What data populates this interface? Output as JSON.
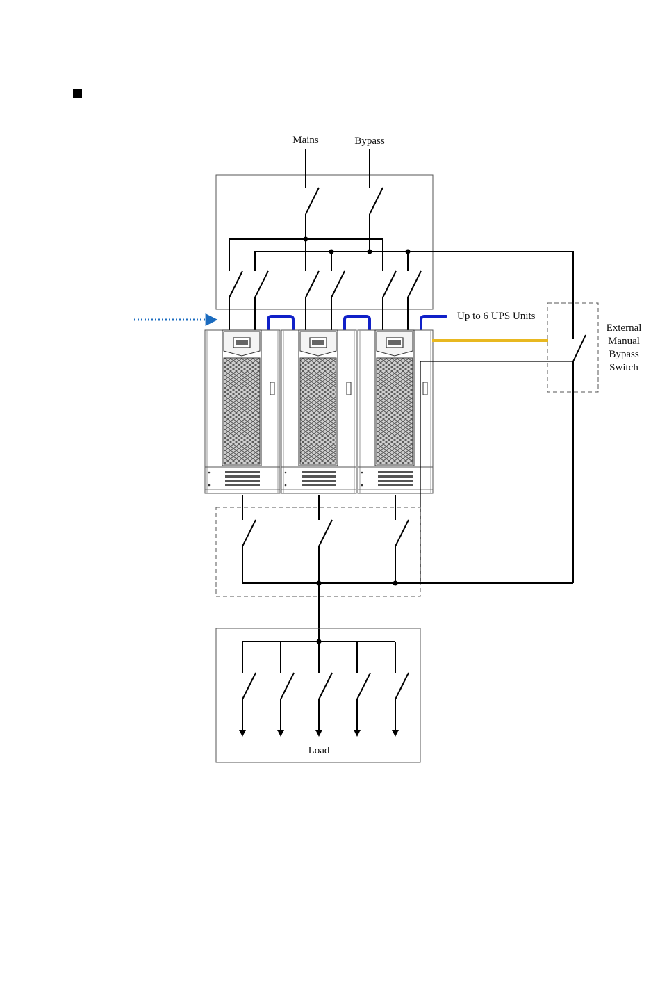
{
  "labels": {
    "mains": "Mains",
    "bypass": "Bypass",
    "parallel_note": "Up to 6 UPS Units",
    "ext_switch_line1": "External",
    "ext_switch_line2": "Manual",
    "ext_switch_line3": "Bypass",
    "ext_switch_line4": "Switch",
    "load": "Load"
  },
  "ups_count": 3,
  "load_branches": 5,
  "colors": {
    "line": "#000000",
    "parallel_cable": "#1020c8",
    "bypass_cable": "#e8b820",
    "arrow": "#1a6bbf",
    "ups_panel": "#3a3a3a"
  }
}
